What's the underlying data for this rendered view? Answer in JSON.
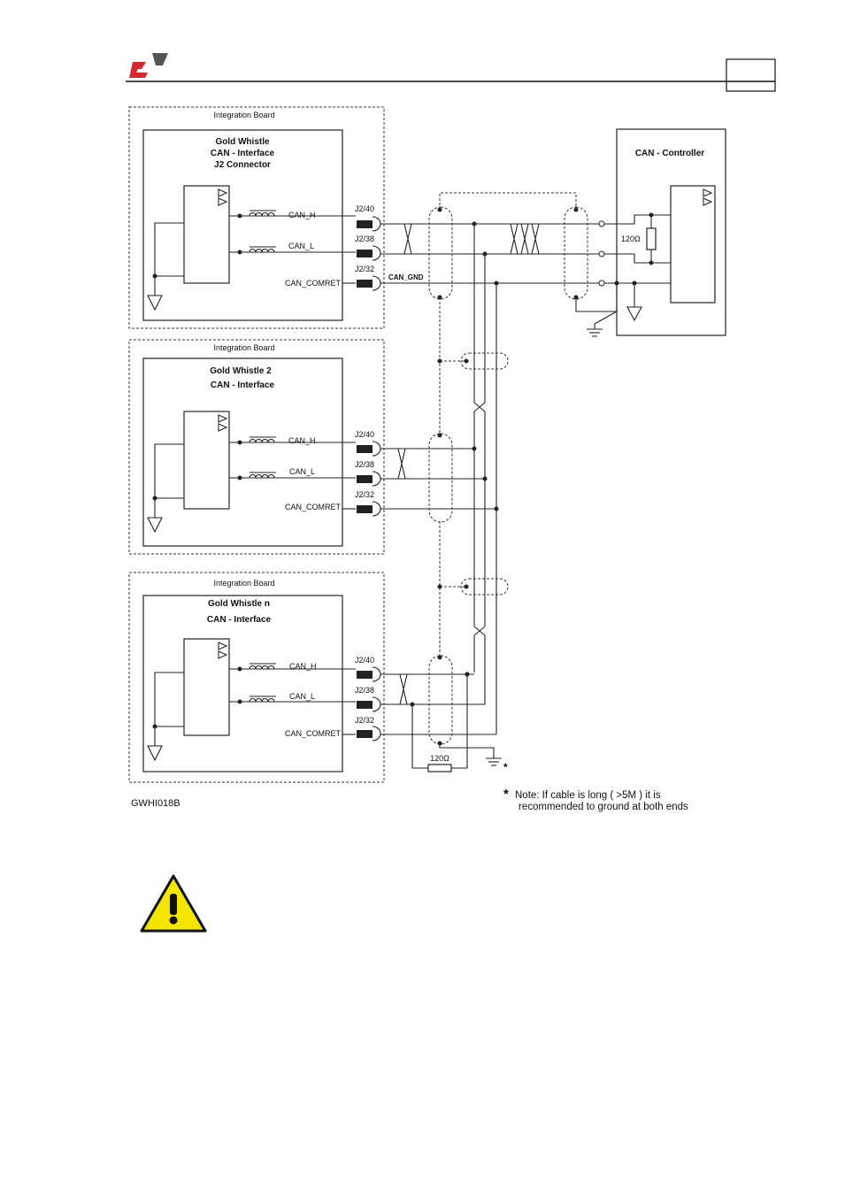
{
  "header": {
    "logo_icon": "company-logo-icon",
    "page_box": ""
  },
  "diagram": {
    "boards": [
      {
        "board_title": "Integration Board",
        "title_lines": [
          "Gold Whistle",
          "CAN -  Interface",
          "J2 Connector"
        ],
        "signals": [
          "CAN_H",
          "CAN_L",
          "CAN_COMRET"
        ],
        "pins": [
          "J2/40",
          "J2/38",
          "J2/32"
        ]
      },
      {
        "board_title": "Integration Board",
        "title_lines": [
          "Gold Whistle 2",
          "CAN -  Interface"
        ],
        "signals": [
          "CAN_H",
          "CAN_L",
          "CAN_COMRET"
        ],
        "pins": [
          "J2/40",
          "J2/38",
          "J2/32"
        ]
      },
      {
        "board_title": "Integration Board",
        "title_lines": [
          "Gold Whistle n",
          "CAN -  Interface"
        ],
        "signals": [
          "CAN_H",
          "CAN_L",
          "CAN_COMRET"
        ],
        "pins": [
          "J2/40",
          "J2/38",
          "J2/32"
        ]
      }
    ],
    "can_gnd_label": "CAN_GND",
    "controller_title": "CAN -  Controller",
    "terminator_controller": "120Ω",
    "terminator_end": "120Ω",
    "ground_asterisk": "*",
    "figure_id": "GWHI018B",
    "note_asterisk": "*",
    "note_line1": "Note: If cable is long ( >5M ) it is",
    "note_line2": "recommended to ground at both ends"
  },
  "warning": {
    "icon": "warning-triangle-icon",
    "color": "#f2e600"
  },
  "colors": {
    "logo_red": "#d7282f",
    "logo_grey": "#555555"
  }
}
